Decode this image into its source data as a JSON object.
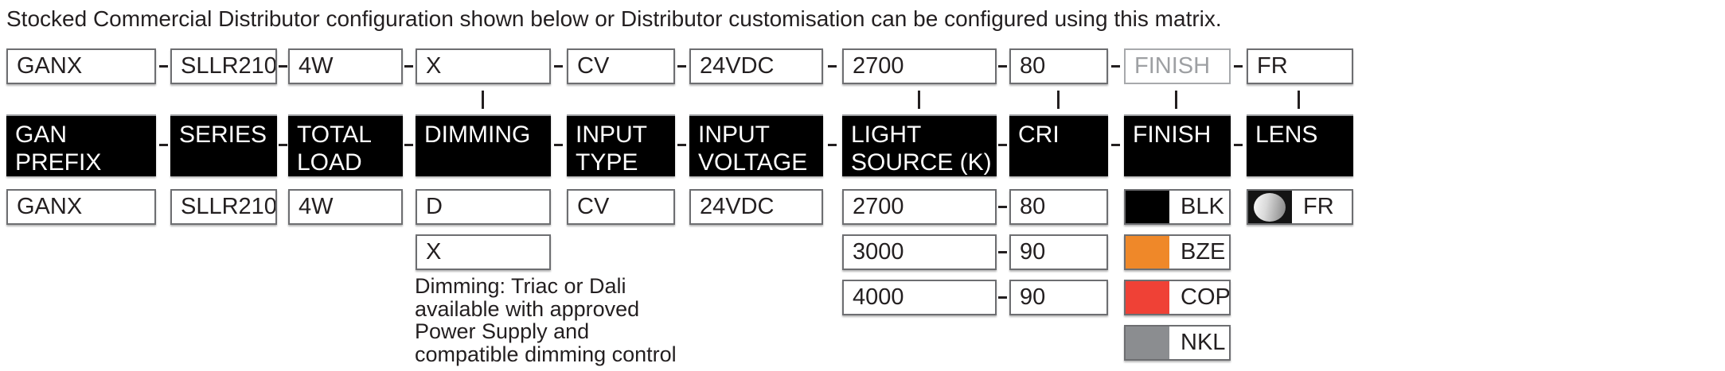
{
  "title": "Stocked Commercial Distributor configuration shown below or Distributor customisation can be configured using this matrix.",
  "code_row": [
    "GANX",
    "SLLR210",
    "4W",
    "X",
    "CV",
    "24VDC",
    "2700",
    "80",
    "FINISH",
    "FR"
  ],
  "headers": [
    "GAN\nPREFIX",
    "SERIES",
    "TOTAL\nLOAD",
    "DIMMING",
    "INPUT\nTYPE",
    "INPUT\nVOLTAGE",
    "LIGHT\nSOURCE (K)",
    "CRI",
    "FINISH",
    "LENS"
  ],
  "options": {
    "gan_prefix": [
      "GANX"
    ],
    "series": [
      "SLLR210"
    ],
    "total_load": [
      "4W"
    ],
    "dimming": [
      "D",
      "X"
    ],
    "input_type": [
      "CV"
    ],
    "input_voltage": [
      "24VDC"
    ],
    "light_source": [
      "2700",
      "3000",
      "4000"
    ],
    "cri": [
      "80",
      "90",
      "90"
    ],
    "finish": [
      {
        "code": "BLK",
        "color": "#000000"
      },
      {
        "code": "BZE",
        "color": "#EF8829"
      },
      {
        "code": "COP",
        "color": "#EF4136"
      },
      {
        "code": "NKL",
        "color": "#8B8D90"
      }
    ],
    "lens": [
      {
        "code": "FR",
        "icon": "frosted-lens-icon"
      }
    ]
  },
  "dimming_note": "Dimming: Triac or Dali\navailable with approved\nPower Supply and\ncompatible dimming control",
  "colors": {
    "header_bg": "#000000",
    "header_text": "#FFFFFF",
    "placeholder_text": "#9EA0A3",
    "line": "#231F20"
  }
}
